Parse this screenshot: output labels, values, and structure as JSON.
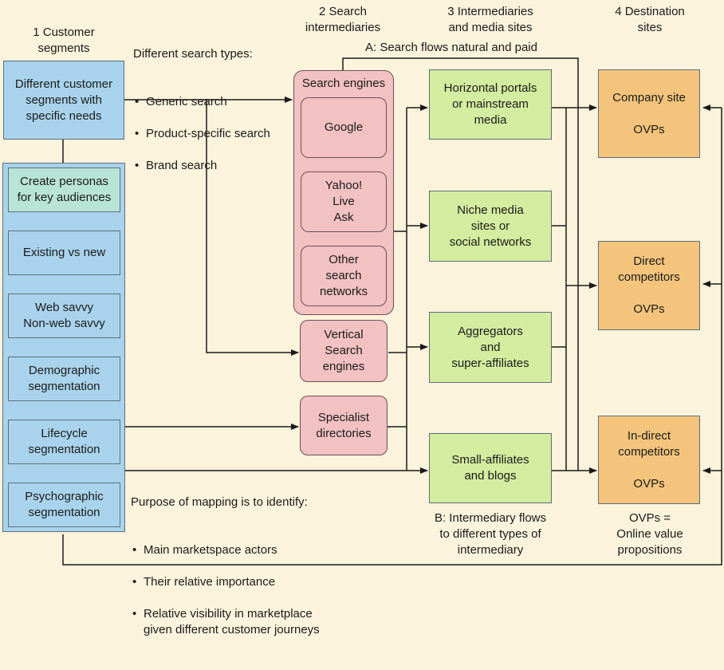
{
  "columns": {
    "c1": "1 Customer\nsegments",
    "c2": "2  Search\nintermediaries",
    "c3": "3  Intermediaries\nand media sites",
    "c4": "4  Destination\nsites"
  },
  "flow_a": "A:  Search flows natural and paid",
  "flow_b": "B:  Intermediary flows\nto different types of\nintermediary",
  "search_types": {
    "heading": "Different search types:",
    "items": [
      "Generic search",
      "Product-specific search",
      "Brand search"
    ]
  },
  "customer_segments": "Different customer\nsegments with\nspecific needs",
  "personas": "Create personas\nfor key audiences",
  "segmentation": [
    "Existing vs new",
    "Web savvy\nNon-web savvy",
    "Demographic\nsegmentation",
    "Lifecycle\nsegmentation",
    "Psychographic\nsegmentation"
  ],
  "search_engines": {
    "label": "Search engines",
    "items": [
      "Google",
      "Yahoo!\nLive\nAsk",
      "Other\nsearch\nnetworks"
    ]
  },
  "vertical_search": "Vertical\nSearch\nengines",
  "specialist_dirs": "Specialist\ndirectories",
  "intermediaries": [
    "Horizontal portals\nor mainstream\nmedia",
    "Niche media\nsites or\nsocial networks",
    "Aggregators\nand\nsuper-affiliates",
    "Small-affiliates\nand blogs"
  ],
  "destinations": [
    "Company site\n\nOVPs",
    "Direct\ncompetitors\n\nOVPs",
    "In-direct\ncompetitors\n\nOVPs"
  ],
  "ovp_note": "OVPs =\nOnline value\npropositions",
  "purpose": {
    "heading": "Purpose of mapping is to identify:",
    "items": [
      "Main marketspace actors",
      "Their relative importance",
      "Relative visibility in marketplace\ngiven different customer journeys"
    ]
  },
  "colors": {
    "background": "#fbf3dc",
    "customer": "#a9d3ec",
    "persona": "#b8e4d6",
    "search": "#f2c1c2",
    "intermediary": "#d3ec9f",
    "destination": "#f4c47c",
    "line": "#1a1a1a"
  }
}
